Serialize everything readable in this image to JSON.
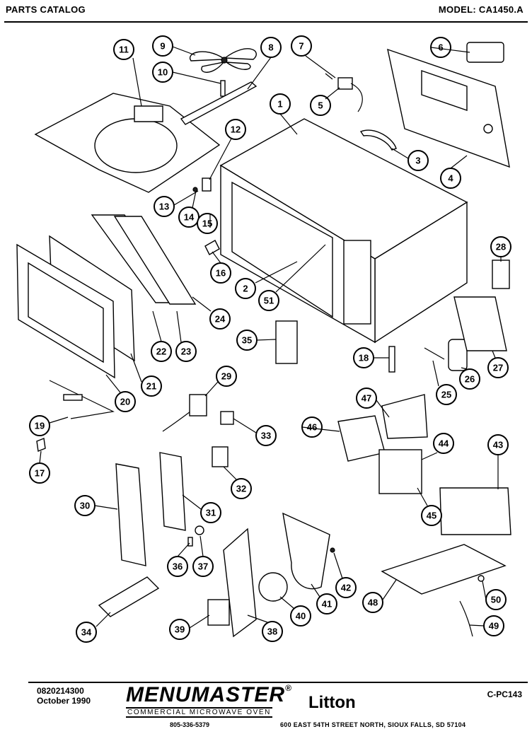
{
  "header": {
    "left": "PARTS CATALOG",
    "right": "MODEL: CA1450.A"
  },
  "callouts": [
    "1",
    "2",
    "3",
    "4",
    "5",
    "6",
    "7",
    "8",
    "9",
    "10",
    "11",
    "12",
    "13",
    "14",
    "15",
    "16",
    "17",
    "18",
    "19",
    "20",
    "21",
    "22",
    "23",
    "24",
    "25",
    "26",
    "27",
    "28",
    "29",
    "30",
    "31",
    "32",
    "33",
    "34",
    "35",
    "36",
    "37",
    "38",
    "39",
    "40",
    "41",
    "42",
    "43",
    "44",
    "45",
    "46",
    "47",
    "48",
    "49",
    "50",
    "51"
  ],
  "footer": {
    "doc_number": "0820214300",
    "date": "October 1990",
    "brand": "MENUMASTER",
    "brand_reg": "®",
    "brand_sub": "COMMERCIAL MICROWAVE OVEN",
    "phone": "805-336-5379",
    "company": "Litton",
    "catalog_code": "C-PC143",
    "address": "600 EAST 54TH STREET NORTH, SIOUX FALLS, SD 57104"
  }
}
